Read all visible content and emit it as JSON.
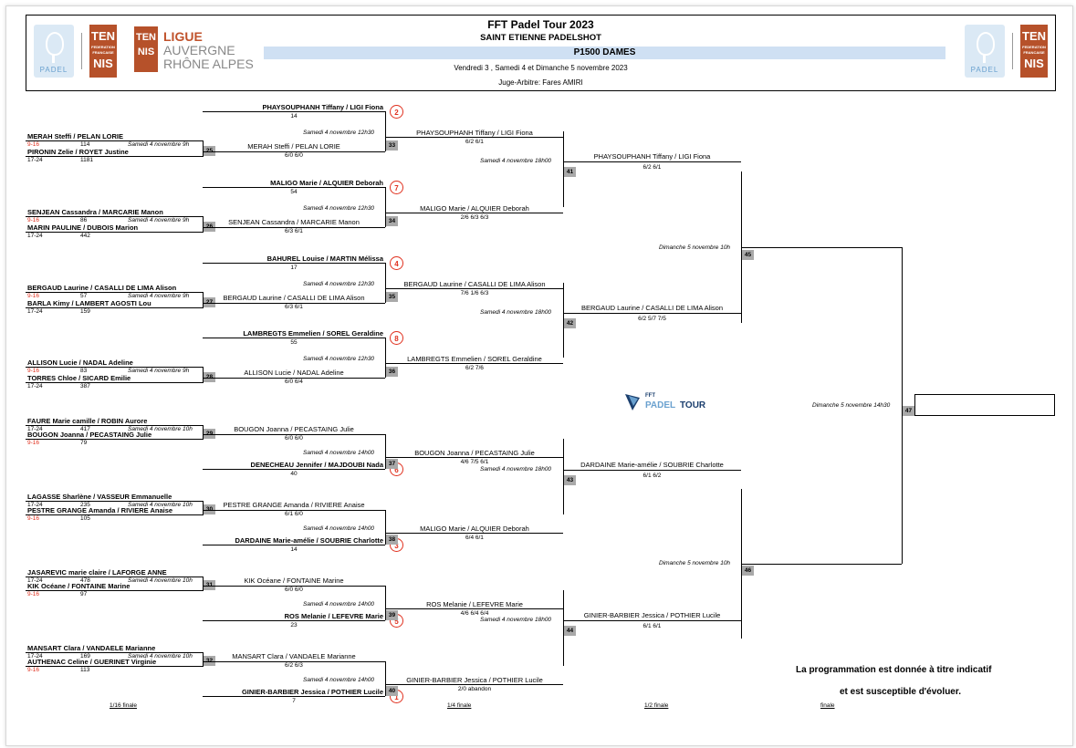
{
  "header": {
    "title": "FFT Padel Tour 2023",
    "venue": "SAINT ETIENNE PADELSHOT",
    "category": "P1500 DAMES",
    "dates": "Vendredi 3 , Samedi 4 et Dimanche 5 novembre 2023",
    "referee": "Juge-Arbitre: Fares AMIRI",
    "ligue": [
      "LIGUE",
      "AUVERGNE",
      "RHÔNE ALPES"
    ],
    "padel_logo_text": "PADEL",
    "tennis_logo": [
      "TEN",
      "NIS"
    ],
    "tennis_logo_small": "FEDERATION FRANCAISE",
    "colors": {
      "accent_blue": "#cfe0f3",
      "tennis_orange": "#b6512a",
      "seed_red": "#e0301e",
      "match_grey": "#a9a9a9"
    }
  },
  "r16": [
    {
      "pair1": "MERAH Steffi / PELAN LORIE",
      "r1": "9-16",
      "w1": "114",
      "pair2": "PIRONIN Zelie / ROYET Justine",
      "r2": "17-24",
      "w2": "1181",
      "sched": "Samedi 4 novembre 9h",
      "match": "25",
      "winner": "MERAH Steffi / PELAN LORIE",
      "score": "6/0 6/0"
    },
    {
      "pair1": "SENJEAN Cassandra / MARCARIE Manon",
      "r1": "9-16",
      "w1": "86",
      "pair2": "MARIN PAULINE / DUBOIS Marion",
      "r2": "17-24",
      "w2": "442",
      "sched": "Samedi 4 novembre 9h",
      "match": "26",
      "winner": "SENJEAN Cassandra / MARCARIE Manon",
      "score": "6/3 6/1"
    },
    {
      "pair1": "BERGAUD Laurine / CASALLI DE LIMA Alison",
      "r1": "9-16",
      "w1": "57",
      "pair2": "BARLA Kimy / LAMBERT AGOSTI Lou",
      "r2": "17-24",
      "w2": "159",
      "sched": "Samedi 4 novembre 9h",
      "match": "27",
      "winner": "BERGAUD Laurine / CASALLI DE LIMA Alison",
      "score": "6/3 6/1"
    },
    {
      "pair1": "ALLISON Lucie / NADAL Adeline",
      "r1": "9-16",
      "w1": "83",
      "pair2": "TORRES Chloe / SICARD Emilie",
      "r2": "17-24",
      "w2": "387",
      "sched": "Samedi 4 novembre 9h",
      "match": "28",
      "winner": "ALLISON Lucie / NADAL Adeline",
      "score": "6/0 6/4"
    },
    {
      "pair1": "FAURE Marie camille / ROBIN Aurore",
      "r1": "17-24",
      "w1": "417",
      "pair2": "BOUGON Joanna / PECASTAING Julie",
      "r2": "9-16",
      "w2": "79",
      "sched": "Samedi 4 novembre 10h",
      "match": "29",
      "winner": "BOUGON Joanna / PECASTAING Julie",
      "score": "6/0 6/0"
    },
    {
      "pair1": "LAGASSE Sharlène / VASSEUR Emmanuelle",
      "r1": "17-24",
      "w1": "235",
      "pair2": "PESTRE GRANGE Amanda / RIVIERE Anaise",
      "r2": "9-16",
      "w2": "105",
      "sched": "Samedi 4 novembre 10h",
      "match": "30",
      "winner": "PESTRE GRANGE Amanda / RIVIERE Anaise",
      "score": "6/1 6/0"
    },
    {
      "pair1": "JASAREVIC marie claire / LAFORGE ANNE",
      "r1": "17-24",
      "w1": "478",
      "pair2": "KIK Océane / FONTAINE Marine",
      "r2": "9-16",
      "w2": "97",
      "sched": "Samedi 4 novembre 10h",
      "match": "31",
      "winner": "KIK Océane / FONTAINE Marine",
      "score": "6/0 6/0"
    },
    {
      "pair1": "MANSART Clara / VANDAELE Marianne",
      "r1": "17-24",
      "w1": "169",
      "pair2": "AUTHENAC Celine / GUERINET Virginie",
      "r2": "9-16",
      "w2": "113",
      "sched": "Samedi 4 novembre 10h",
      "match": "32",
      "winner": "MANSART Clara / VANDAELE Marianne",
      "score": "6/2 6/3"
    }
  ],
  "seeds": [
    {
      "pair": "PHAYSOUPHANH Tiffany / LIGI Fiona",
      "seed": "2",
      "weight": "14"
    },
    {
      "pair": "MALIGO Marie / ALQUIER Deborah",
      "seed": "7",
      "weight": "54"
    },
    {
      "pair": "BAHUREL Louise / MARTIN Mélissa",
      "seed": "4",
      "weight": "17"
    },
    {
      "pair": "LAMBREGTS Emmelien / SOREL Geraldine",
      "seed": "8",
      "weight": "55"
    },
    {
      "pair": "DENECHEAU Jennifer / MAJDOUBI Nada",
      "seed": "6",
      "weight": "40"
    },
    {
      "pair": "DARDAINE Marie-amélie / SOUBRIE Charlotte",
      "seed": "3",
      "weight": "14"
    },
    {
      "pair": "ROS Melanie / LEFEVRE Marie",
      "seed": "5",
      "weight": "23"
    },
    {
      "pair": "GINIER-BARBIER Jessica / POTHIER Lucile",
      "seed": "1",
      "weight": "7"
    }
  ],
  "qf": [
    {
      "match": "33",
      "sched": "Samedi 4 novembre 12h30",
      "winner": "PHAYSOUPHANH Tiffany / LIGI Fiona",
      "score": "6/2 6/1"
    },
    {
      "match": "34",
      "sched": "Samedi 4 novembre 12h30",
      "winner": "MALIGO Marie / ALQUIER Deborah",
      "score": "2/6 6/3 6/3"
    },
    {
      "match": "35",
      "sched": "Samedi 4 novembre 12h30",
      "winner": "BERGAUD Laurine / CASALLI DE LIMA Alison",
      "score": "7/6 1/6 6/3"
    },
    {
      "match": "36",
      "sched": "Samedi 4 novembre 12h30",
      "winner": "LAMBREGTS Emmelien / SOREL Geraldine",
      "score": "6/2 7/6"
    },
    {
      "match": "37",
      "sched": "Samedi 4 novembre 14h00",
      "winner": "BOUGON Joanna / PECASTAING Julie",
      "score": "4/6 7/5 6/1"
    },
    {
      "match": "38",
      "sched": "Samedi 4 novembre 14h00",
      "winner": "MALIGO Marie / ALQUIER Deborah",
      "score": "6/4 6/1"
    },
    {
      "match": "39",
      "sched": "Samedi 4 novembre 14h00",
      "winner": "ROS Melanie / LEFEVRE Marie",
      "score": "4/6 6/4 6/4"
    },
    {
      "match": "40",
      "sched": "Samedi 4 novembre 14h00",
      "winner": "GINIER-BARBIER Jessica / POTHIER Lucile",
      "score": "2/0 abandon"
    }
  ],
  "sf": [
    {
      "match": "41",
      "sched": "Samedi 4 novembre 18h00",
      "winner": "PHAYSOUPHANH Tiffany / LIGI Fiona",
      "score": "6/2 6/1"
    },
    {
      "match": "42",
      "sched": "Samedi 4 novembre 18h00",
      "winner": "BERGAUD Laurine / CASALLI DE LIMA Alison",
      "score": "6/2 5/7 7/5"
    },
    {
      "match": "43",
      "sched": "Samedi 4 novembre 18h00",
      "winner": "DARDAINE Marie-amélie / SOUBRIE Charlotte",
      "score": "6/1 6/2"
    },
    {
      "match": "44",
      "sched": "Samedi 4 novembre 18h00",
      "winner": "GINIER-BARBIER Jessica / POTHIER Lucile",
      "score": "6/1 6/1"
    }
  ],
  "final_rounds": [
    {
      "match": "45",
      "sched": "Dimanche 5 novembre 10h"
    },
    {
      "match": "46",
      "sched": "Dimanche 5 novembre 10h"
    },
    {
      "match": "47",
      "sched": "Dimanche 5 novembre 14h30"
    }
  ],
  "rounds": [
    "1/16 finale",
    "1/4 finale",
    "1/2 finale",
    "finale"
  ],
  "watermark": {
    "line1": "FFT",
    "line2a": "PADEL",
    "line2b": "TOUR"
  },
  "note": [
    "La programmation est donnée à titre indicatif",
    "et est susceptible d'évoluer."
  ]
}
